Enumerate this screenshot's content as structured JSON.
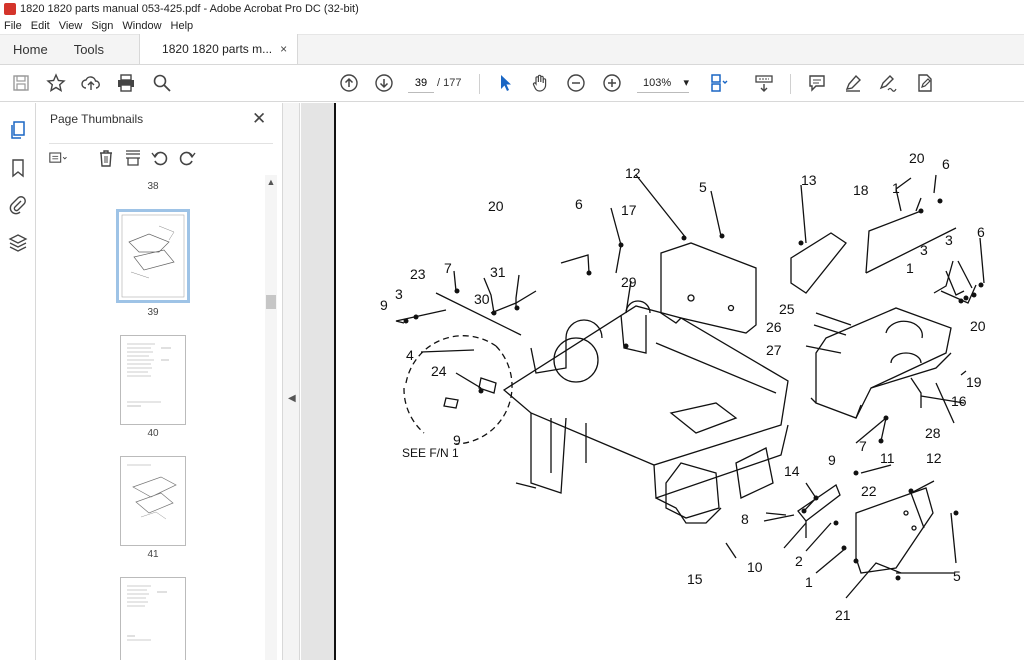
{
  "window": {
    "title": "1820 1820 parts manual 053-425.pdf - Adobe Acrobat Pro DC (32-bit)"
  },
  "menu": [
    "File",
    "Edit",
    "View",
    "Sign",
    "Window",
    "Help"
  ],
  "tabs": {
    "home": "Home",
    "tools": "Tools",
    "document": "1820 1820 parts m...",
    "close": "×"
  },
  "toolbar": {
    "page_current": "39",
    "page_total": "/ 177",
    "zoom": "103%",
    "zoom_caret": "▾"
  },
  "thumbnail_panel": {
    "title": "Page Thumbnails",
    "close": "✕",
    "pages": [
      {
        "label": "38",
        "selected": false
      },
      {
        "label": "39",
        "selected": true
      },
      {
        "label": "40",
        "selected": false
      },
      {
        "label": "41",
        "selected": false
      }
    ]
  },
  "drawing": {
    "callouts": [
      "20",
      "6",
      "12",
      "5",
      "13",
      "18",
      "1",
      "17",
      "20",
      "6",
      "3",
      "3",
      "6",
      "1",
      "31",
      "23",
      "7",
      "29",
      "9",
      "3",
      "30",
      "25",
      "20",
      "26",
      "27",
      "4",
      "24",
      "19",
      "16",
      "28",
      "9",
      "SEE F/N 1",
      "7",
      "9",
      "11",
      "12",
      "14",
      "22",
      "8",
      "10",
      "2",
      "15",
      "1",
      "5",
      "21"
    ]
  }
}
